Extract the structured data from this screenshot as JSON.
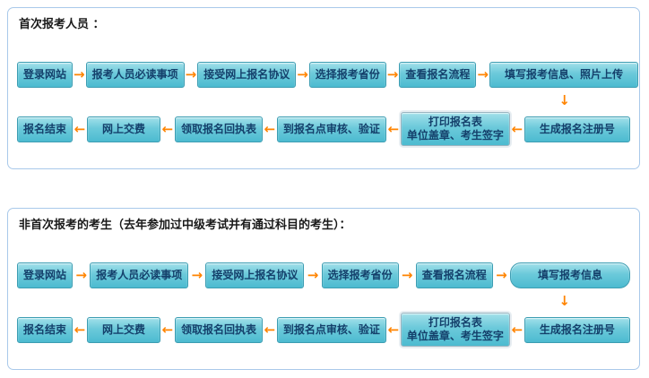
{
  "colors": {
    "box_fill": "#5cc3d6",
    "box_border": "#3d9db2",
    "box_text": "#14406b",
    "arrow": "#ff8400",
    "panel_border": "#a9c9ea",
    "title_text": "#1a1a1a"
  },
  "icons": {
    "arrow_right": "→",
    "arrow_left": "←",
    "arrow_down": "↓"
  },
  "panels": [
    {
      "title": "首次报考人员 ：",
      "forward_row": [
        {
          "label": "登录网站",
          "variant": "default"
        },
        {
          "label": "报考人员必读事项",
          "variant": "default"
        },
        {
          "label": "接受网上报名协议",
          "variant": "default"
        },
        {
          "label": "选择报考省份",
          "variant": "default"
        },
        {
          "label": "查看报名流程",
          "variant": "default"
        },
        {
          "label": "填写报考信息、照片上传",
          "variant": "wide"
        }
      ],
      "return_row": [
        {
          "label": "报名结束",
          "variant": "default"
        },
        {
          "label": "网上交费",
          "variant": "wide"
        },
        {
          "label": "领取报名回执表",
          "variant": "default"
        },
        {
          "label": "到报名点审核、验证",
          "variant": "default"
        },
        {
          "label": "打印报名表\n单位盖章、考生签字",
          "variant": "raised"
        },
        {
          "label": "生成报名注册号",
          "variant": "wide"
        }
      ]
    },
    {
      "title": "非首次报考的考生（去年参加过中级考试并有通过科目的考生）：",
      "forward_row": [
        {
          "label": "登录网站",
          "variant": "default"
        },
        {
          "label": "报考人员必读事项",
          "variant": "default"
        },
        {
          "label": "接受网上报名协议",
          "variant": "default"
        },
        {
          "label": "选择报考省份",
          "variant": "default"
        },
        {
          "label": "查看报名流程",
          "variant": "default"
        },
        {
          "label": "填写报考信息",
          "variant": "pill"
        }
      ],
      "return_row": [
        {
          "label": "报名结束",
          "variant": "default"
        },
        {
          "label": "网上交费",
          "variant": "wide"
        },
        {
          "label": "领取报名回执表",
          "variant": "default"
        },
        {
          "label": "到报名点审核、验证",
          "variant": "default"
        },
        {
          "label": "打印报名表\n单位盖章、考生签字",
          "variant": "raised"
        },
        {
          "label": "生成报名注册号",
          "variant": "wide"
        }
      ]
    }
  ]
}
